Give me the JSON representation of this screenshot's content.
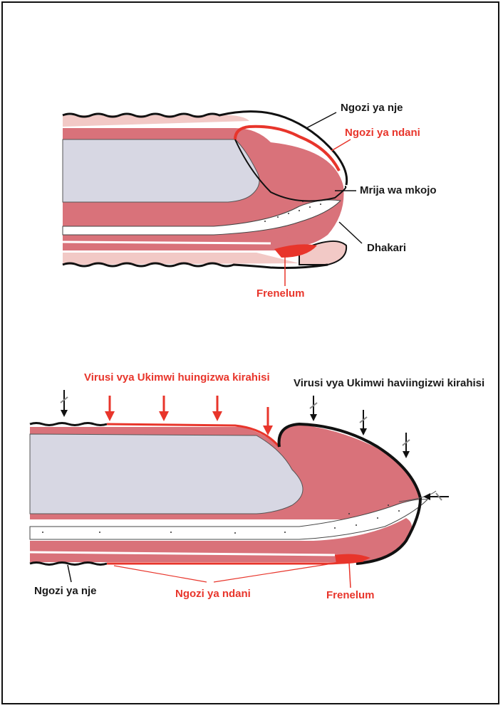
{
  "diagram_top": {
    "labels": {
      "outer_skin": "Ngozi ya nje",
      "inner_skin": "Ngozi ya ndani",
      "urethra": "Mrija wa mkojo",
      "glans_ridge": "Dhakari",
      "frenulum": "Frenelum"
    }
  },
  "diagram_bottom": {
    "labels": {
      "hiv_enters_easily": "Virusi vya Ukimwi huingizwa kirahisi",
      "hiv_not_easily": "Virusi vya Ukimwi haviingizwi kirahisi",
      "outer_skin": "Ngozi ya nje",
      "inner_skin": "Ngozi ya ndani",
      "frenulum": "Frenelum"
    }
  },
  "colors": {
    "tissue": "#d9727a",
    "pale_skin": "#f2c9c6",
    "shaft_core": "#d7d7e3",
    "inner_skin_red": "#e8352b",
    "outline": "#111111"
  }
}
